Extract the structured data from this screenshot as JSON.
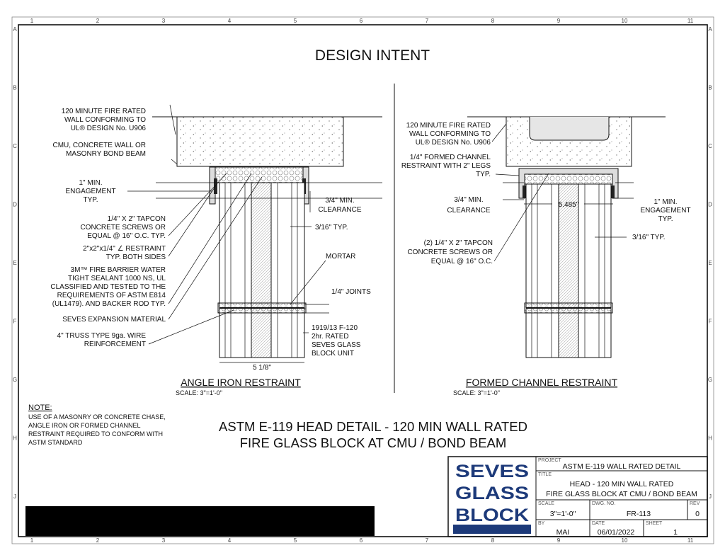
{
  "grid": {
    "columns": [
      "1",
      "2",
      "3",
      "4",
      "5",
      "6",
      "7",
      "8",
      "9",
      "10",
      "11"
    ],
    "rows": [
      "A",
      "B",
      "C",
      "D",
      "E",
      "F",
      "G",
      "H",
      "J"
    ]
  },
  "title": "DESIGN INTENT",
  "left_detail": {
    "name": "ANGLE IRON RESTRAINT",
    "scale": "SCALE: 3\"=1'-0\"",
    "labels": {
      "wall": [
        "120 MINUTE FIRE RATED",
        "WALL CONFORMING TO",
        "UL® DESIGN No. U906"
      ],
      "cmu": [
        "CMU, CONCRETE WALL OR",
        "MASONRY BOND BEAM"
      ],
      "engagement": [
        "1\" MIN.",
        "ENGAGEMENT",
        "TYP."
      ],
      "tapcon": [
        "1/4\" X 2\" TAPCON",
        "CONCRETE SCREWS OR",
        "EQUAL @ 16\" O.C. TYP."
      ],
      "restraint": [
        "2\"x2\"x1/4\" ∠ RESTRAINT",
        "TYP. BOTH SIDES"
      ],
      "sealant": [
        "3M™ FIRE BARRIER WATER",
        "TIGHT SEALANT 1000 NS,  UL",
        "CLASSIFIED AND TESTED TO THE",
        "REQUIREMENTS OF ASTM E814",
        "(UL1479). AND BACKER ROD TYP."
      ],
      "expansion": "SEVES EXPANSION MATERIAL",
      "truss": [
        "4\" TRUSS TYPE 9ga. WIRE",
        "REINFORCEMENT"
      ],
      "clearance": [
        "3/4\" MIN.",
        "CLEARANCE"
      ],
      "gap": "3/16\" TYP.",
      "mortar": "MORTAR",
      "joints": "1/4\" JOINTS",
      "unit": [
        "1919/13 F-120",
        "2hr. RATED",
        "SEVES GLASS",
        "BLOCK UNIT"
      ],
      "width": "5 1/8\""
    }
  },
  "right_detail": {
    "name": "FORMED CHANNEL RESTRAINT",
    "scale": "SCALE: 3\"=1'-0\"",
    "labels": {
      "wall": [
        "120 MINUTE FIRE RATED",
        "WALL CONFORMING TO",
        "UL® DESIGN No. U906"
      ],
      "channel": [
        "1/4\" FORMED CHANNEL",
        "RESTRAINT WITH 2\" LEGS",
        "TYP."
      ],
      "clearance": [
        "3/4\" MIN.",
        "CLEARANCE"
      ],
      "width": "5.485\"",
      "engagement": [
        "1\" MIN.",
        "ENGAGEMENT",
        "TYP."
      ],
      "gap": "3/16\" TYP.",
      "tapcon": [
        "(2) 1/4\" X 2\" TAPCON",
        "CONCRETE SCREWS OR",
        "EQUAL @ 16\" O.C."
      ]
    }
  },
  "note": {
    "heading": "NOTE:",
    "lines": [
      "USE OF A MASONRY OR CONCRETE CHASE,",
      "ANGLE IRON  OR FORMED CHANNEL",
      "RESTRAINT REQUIRED TO CONFORM WITH",
      "ASTM STANDARD"
    ]
  },
  "caption": [
    "ASTM E-119 HEAD DETAIL - 120 MIN WALL RATED",
    "FIRE GLASS BLOCK AT CMU / BOND BEAM"
  ],
  "title_block": {
    "logo": [
      "SEVES",
      "GLASS",
      "BLOCK"
    ],
    "project_label": "PROJECT",
    "project": "ASTM E-119 WALL RATED DETAIL",
    "title_label": "TITLE",
    "title": [
      "HEAD - 120 MIN WALL  RATED",
      "FIRE GLASS BLOCK AT CMU / BOND BEAM"
    ],
    "scale_label": "SCALE",
    "scale": "3\"=1'-0\"",
    "dwg_label": "DWG. NO.",
    "dwg": "FR-113",
    "rev_label": "REV",
    "rev": "0",
    "by_label": "BY",
    "by": "MAI",
    "date_label": "DATE",
    "date": "06/01/2022",
    "sheet_label": "SHEET",
    "sheet": "1"
  },
  "colors": {
    "logo": "#1d3a7a",
    "line": "#111111"
  }
}
